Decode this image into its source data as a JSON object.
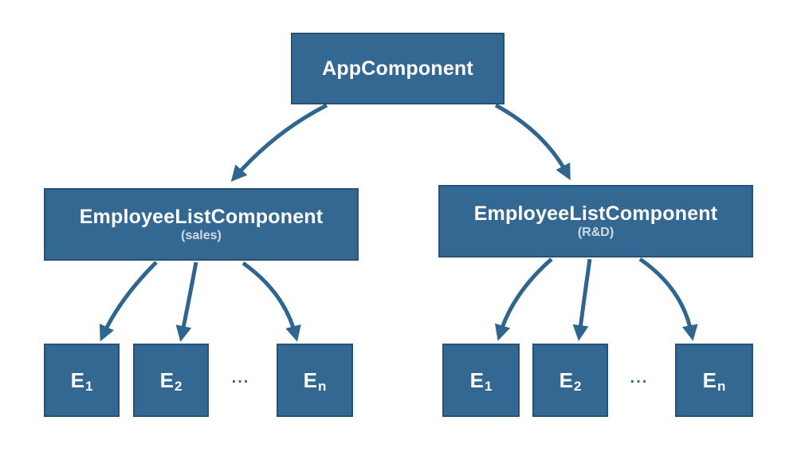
{
  "diagram": {
    "background": "#ffffff",
    "colors": {
      "node_fill": "#336892",
      "node_border": "#255377",
      "arrow": "#2E6690",
      "title_text": "#ffffff",
      "subtitle_text": "#d2d9e0",
      "ellipsis": "#336892"
    },
    "root": {
      "label": "AppComponent"
    },
    "groups": [
      {
        "title": "EmployeeListComponent",
        "subtitle": "(sales)",
        "children": [
          {
            "base": "E",
            "sub": "1"
          },
          {
            "base": "E",
            "sub": "2"
          },
          {
            "base": "E",
            "sub": "n"
          }
        ],
        "ellipsis": "..."
      },
      {
        "title": "EmployeeListComponent",
        "subtitle": "(R&D)",
        "children": [
          {
            "base": "E",
            "sub": "1"
          },
          {
            "base": "E",
            "sub": "2"
          },
          {
            "base": "E",
            "sub": "n"
          }
        ],
        "ellipsis": "..."
      }
    ]
  }
}
